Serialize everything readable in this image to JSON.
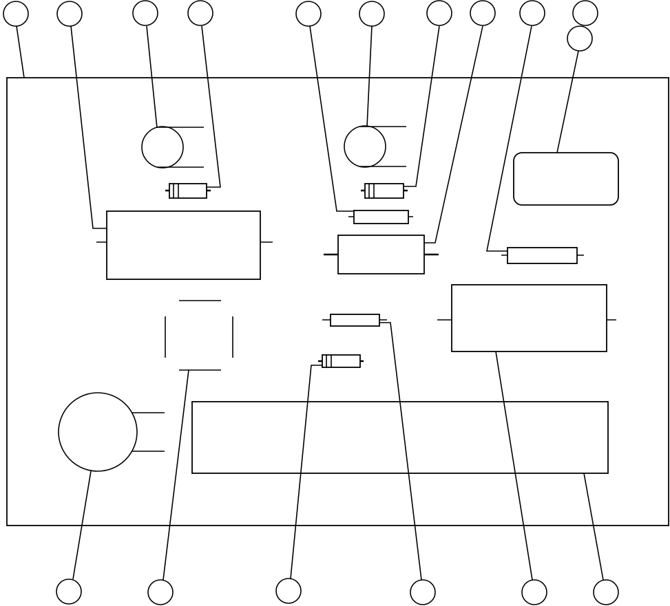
{
  "diagram": {
    "kind": "circuit-board-component-locator",
    "board_outline": true,
    "callout_count": 17,
    "callouts": [
      {
        "id": "c01",
        "label": ""
      },
      {
        "id": "c02",
        "label": ""
      },
      {
        "id": "c03",
        "label": ""
      },
      {
        "id": "c04",
        "label": ""
      },
      {
        "id": "c05",
        "label": ""
      },
      {
        "id": "c06",
        "label": ""
      },
      {
        "id": "c07",
        "label": ""
      },
      {
        "id": "c08",
        "label": ""
      },
      {
        "id": "c09",
        "label": ""
      },
      {
        "id": "c10",
        "label": ""
      },
      {
        "id": "c11",
        "label": ""
      },
      {
        "id": "b01",
        "label": ""
      },
      {
        "id": "b02",
        "label": ""
      },
      {
        "id": "b03",
        "label": ""
      },
      {
        "id": "b04",
        "label": ""
      },
      {
        "id": "b05",
        "label": ""
      },
      {
        "id": "b06",
        "label": ""
      }
    ],
    "components": [
      {
        "id": "transistor-left",
        "type": "transistor-can"
      },
      {
        "id": "transistor-mid",
        "type": "transistor-can"
      },
      {
        "id": "diode-upper-left",
        "type": "diode"
      },
      {
        "id": "diode-upper-mid",
        "type": "diode"
      },
      {
        "id": "diode-lower-mid",
        "type": "diode"
      },
      {
        "id": "resistor-upper-mid",
        "type": "resistor"
      },
      {
        "id": "resistor-right",
        "type": "resistor"
      },
      {
        "id": "resistor-lower-mid",
        "type": "resistor"
      },
      {
        "id": "capacitor-mid",
        "type": "capacitor"
      },
      {
        "id": "capacitor-left-large",
        "type": "capacitor-block"
      },
      {
        "id": "capacitor-right-large",
        "type": "capacitor-block"
      },
      {
        "id": "relay-box",
        "type": "rounded-module"
      },
      {
        "id": "ic-socket",
        "type": "ic-outline"
      },
      {
        "id": "transformer-large",
        "type": "round-component"
      },
      {
        "id": "terminal-strip",
        "type": "long-block"
      }
    ]
  }
}
